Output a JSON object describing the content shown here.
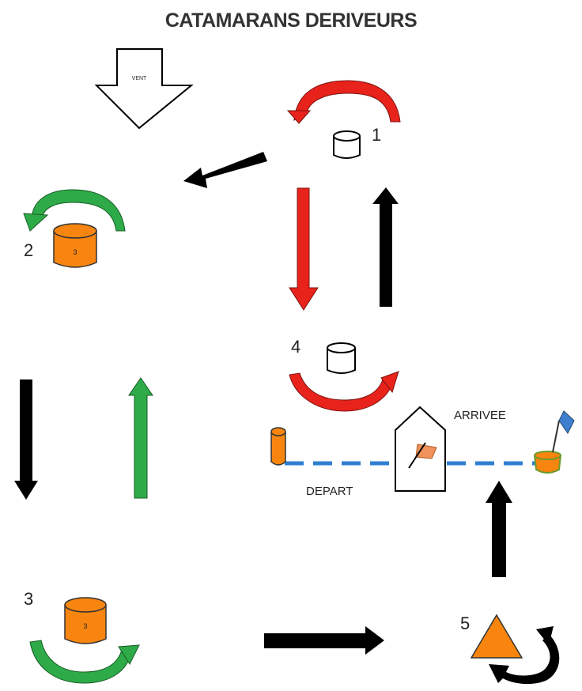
{
  "title": "CATAMARANS DERIVEURS",
  "wind_label": "VENT",
  "marks": [
    {
      "number": "1"
    },
    {
      "number": "2",
      "buoy_text": "3"
    },
    {
      "number": "3",
      "buoy_text": "3"
    },
    {
      "number": "4"
    },
    {
      "number": "5"
    }
  ],
  "start_label": "DEPART",
  "finish_label": "ARRIVEE",
  "colors": {
    "red": "#e8231b",
    "green": "#2eab48",
    "orange": "#f7850f",
    "line_blue": "#2f7fd1",
    "flag_blue": "#3f7fcf",
    "black": "#000000"
  }
}
